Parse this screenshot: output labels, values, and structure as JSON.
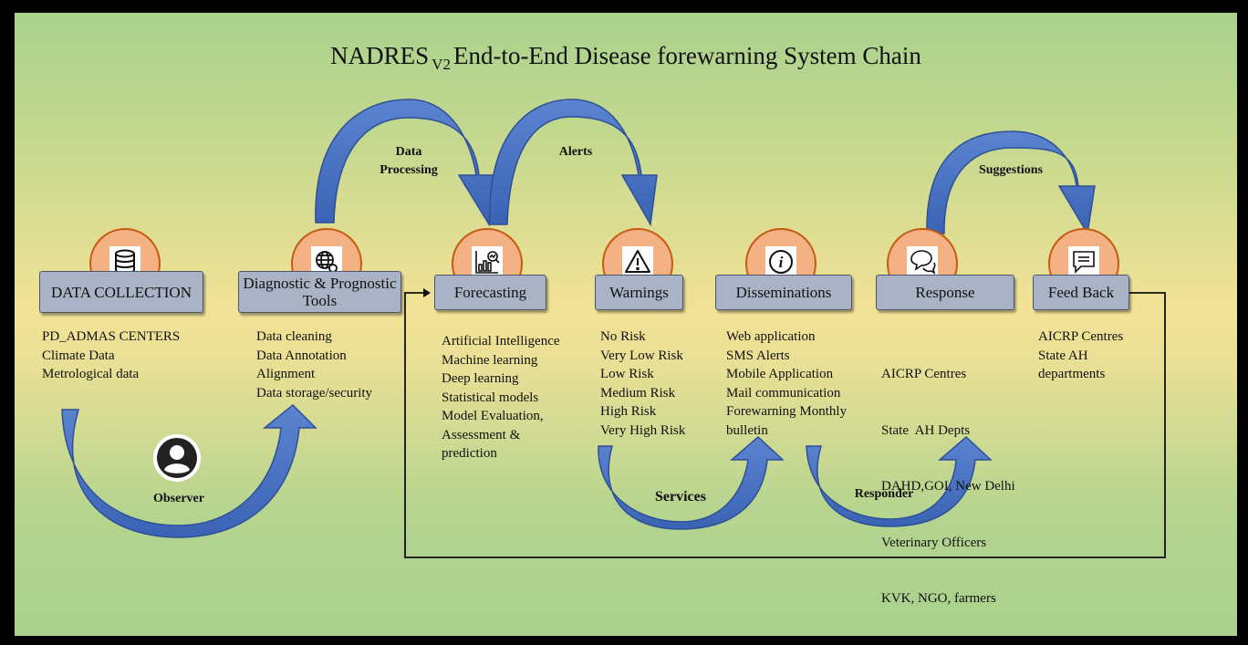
{
  "title": {
    "main": "NADRES",
    "sub": "V2",
    "rest": "End-to-End Disease forewarning System Chain"
  },
  "stages": [
    {
      "label": "DATA COLLECTION",
      "icon": "database-icon"
    },
    {
      "label": "Diagnostic & Prognostic Tools",
      "icon": "globe-search-icon"
    },
    {
      "label": "Forecasting",
      "icon": "chart-analytics-icon"
    },
    {
      "label": "Warnings",
      "icon": "warning-icon"
    },
    {
      "label": "Disseminations",
      "icon": "info-icon"
    },
    {
      "label": "Response",
      "icon": "speech-bubbles-icon"
    },
    {
      "label": "Feed Back",
      "icon": "feedback-message-icon"
    }
  ],
  "lists": [
    [
      "PD_ADMAS CENTERS",
      "Climate Data",
      "Metrological data"
    ],
    [
      "Data cleaning",
      "Data Annotation",
      "Alignment",
      "Data storage/security"
    ],
    [
      "Artificial Intelligence",
      "Machine learning",
      "Deep learning",
      "Statistical models",
      "Model Evaluation,",
      "Assessment &",
      "prediction"
    ],
    [
      "No Risk",
      "Very Low Risk",
      "Low Risk",
      "Medium Risk",
      "High Risk",
      "Very High Risk"
    ],
    [
      "Web application",
      "SMS Alerts",
      "Mobile Application",
      "Mail communication",
      "Forewarning Monthly",
      "bulletin"
    ],
    [
      "AICRP Centres",
      "State  AH Depts",
      "DAHD,GOI, New Delhi",
      "Veterinary Officers",
      "KVK, NGO, farmers"
    ],
    [
      "AICRP Centres",
      "State AH",
      "departments"
    ]
  ],
  "arrows": {
    "data_processing": "Data Processing",
    "alerts": "Alerts",
    "suggestions": "Suggestions",
    "observer": "Observer",
    "services": "Services",
    "responder": "Responder"
  },
  "observer_icon": "user-avatar-icon",
  "colors": {
    "arrow": "#4472c4",
    "arrow_dark": "#2f4f96",
    "circle": "#f4b183",
    "stage_box": "#aab3c5"
  }
}
